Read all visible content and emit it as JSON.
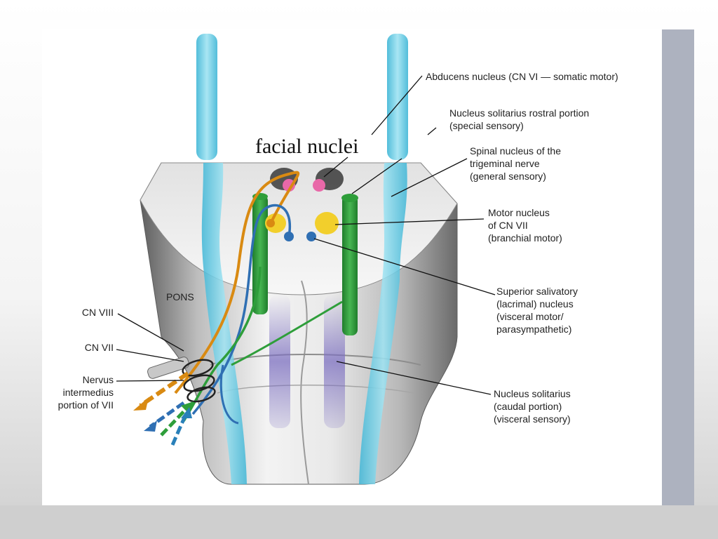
{
  "title": "facial nuclei",
  "labels": {
    "abducens": [
      "Abducens nucleus (CN VI — somatic motor)"
    ],
    "solitarius_rostral": [
      "Nucleus solitarius rostral portion",
      "(special sensory)"
    ],
    "spinal_trigeminal": [
      "Spinal nucleus of the",
      "trigeminal nerve",
      "(general sensory)"
    ],
    "motor_vii": [
      "Motor nucleus",
      "of CN VII",
      "(branchial motor)"
    ],
    "salivatory": [
      "Superior salivatory",
      "(lacrimal) nucleus",
      "(visceral motor/",
      "parasympathetic)"
    ],
    "solitarius_caudal": [
      "Nucleus solitarius",
      "(caudal portion)",
      "(visceral sensory)"
    ],
    "pons": [
      "PONS"
    ],
    "cn_viii": [
      "CN VIII"
    ],
    "cn_vii": [
      "CN VII"
    ],
    "nervus_intermedius": [
      "Nervus",
      "intermedius",
      "portion of VII"
    ]
  },
  "colors": {
    "abducens": "#e868a8",
    "spinal_trigeminal": "#2e9e3a",
    "motor_vii": "#f2cf2c",
    "salivatory": "#2f6fb3",
    "motor_fiber": "#d98a12",
    "ventricle": "#5cc8e0",
    "solitarius": "#7c6fc0",
    "side_bar": "#adb2bf"
  }
}
